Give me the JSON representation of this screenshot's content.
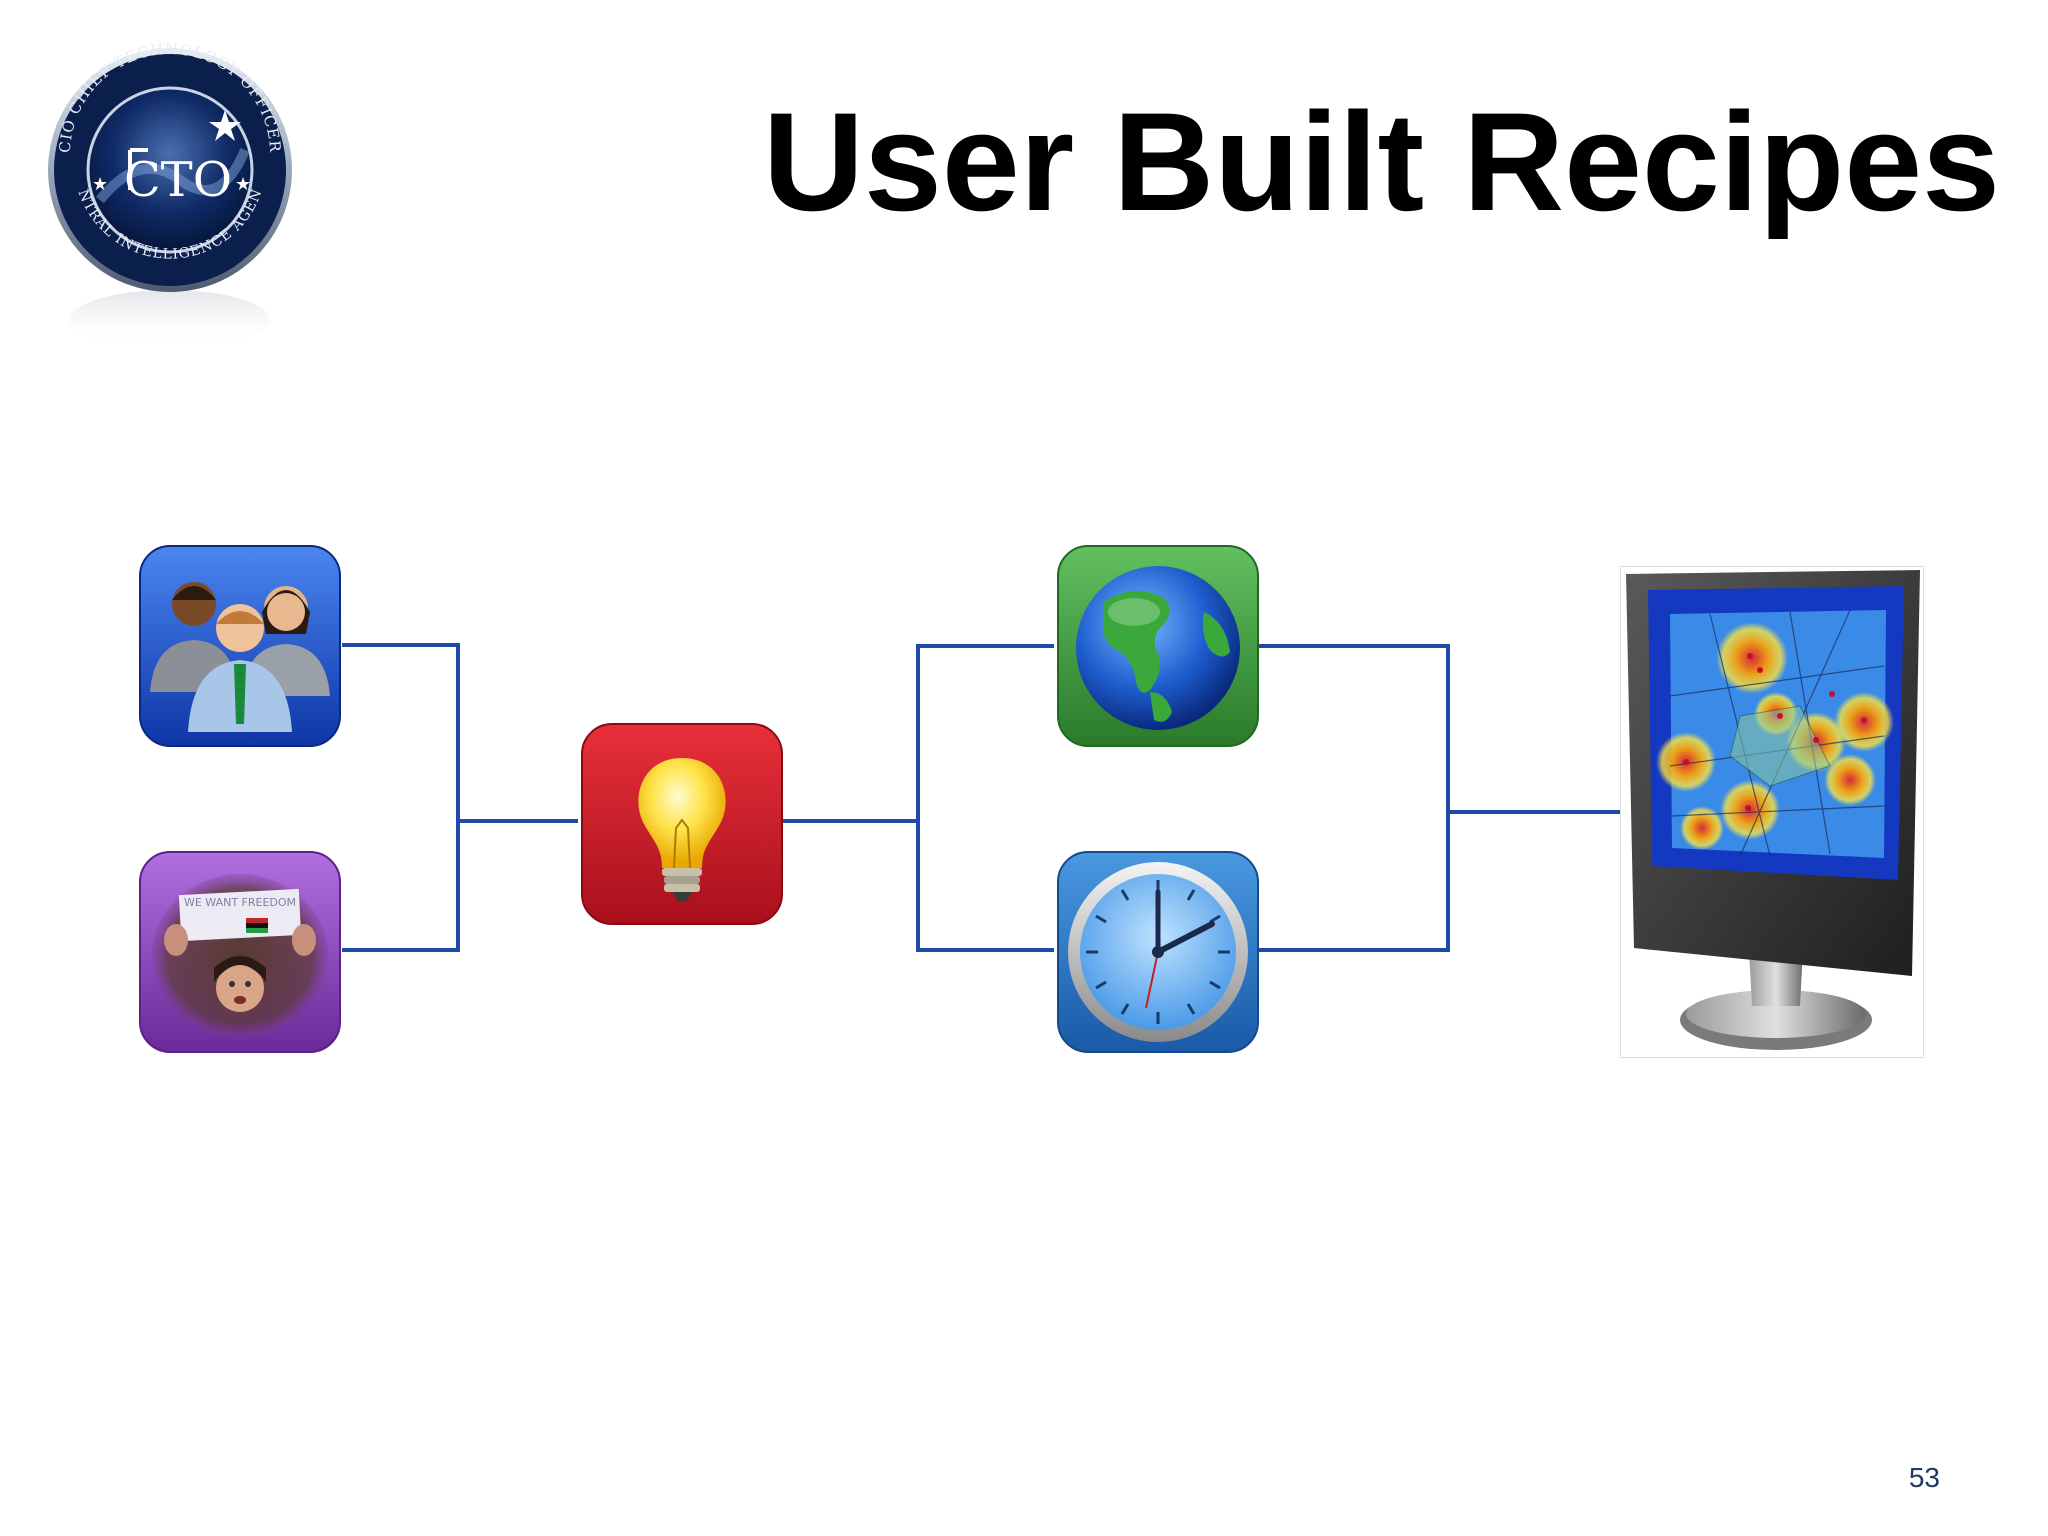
{
  "slide": {
    "title": "User Built Recipes",
    "page_number": "53"
  },
  "logo": {
    "center_text": "CTO",
    "ring_text_top": "CIO CHIEF TECHNOLOGY OFFICER",
    "ring_text_bottom": "CENTRAL INTELLIGENCE AGENCY"
  },
  "nodes": [
    {
      "id": "people",
      "icon": "people-group-icon",
      "color": "#1f55c8"
    },
    {
      "id": "protest",
      "icon": "protest-photo-icon",
      "sign_text": "WE WANT FREEDOM",
      "color": "#8a3fb8"
    },
    {
      "id": "idea",
      "icon": "lightbulb-icon",
      "color": "#cc1f2c"
    },
    {
      "id": "globe",
      "icon": "globe-icon",
      "color": "#3f9a3a"
    },
    {
      "id": "clock",
      "icon": "clock-icon",
      "color": "#2e78c2"
    },
    {
      "id": "monitor",
      "icon": "heatmap-monitor-icon"
    }
  ],
  "connector_color": "#1f4aa8"
}
